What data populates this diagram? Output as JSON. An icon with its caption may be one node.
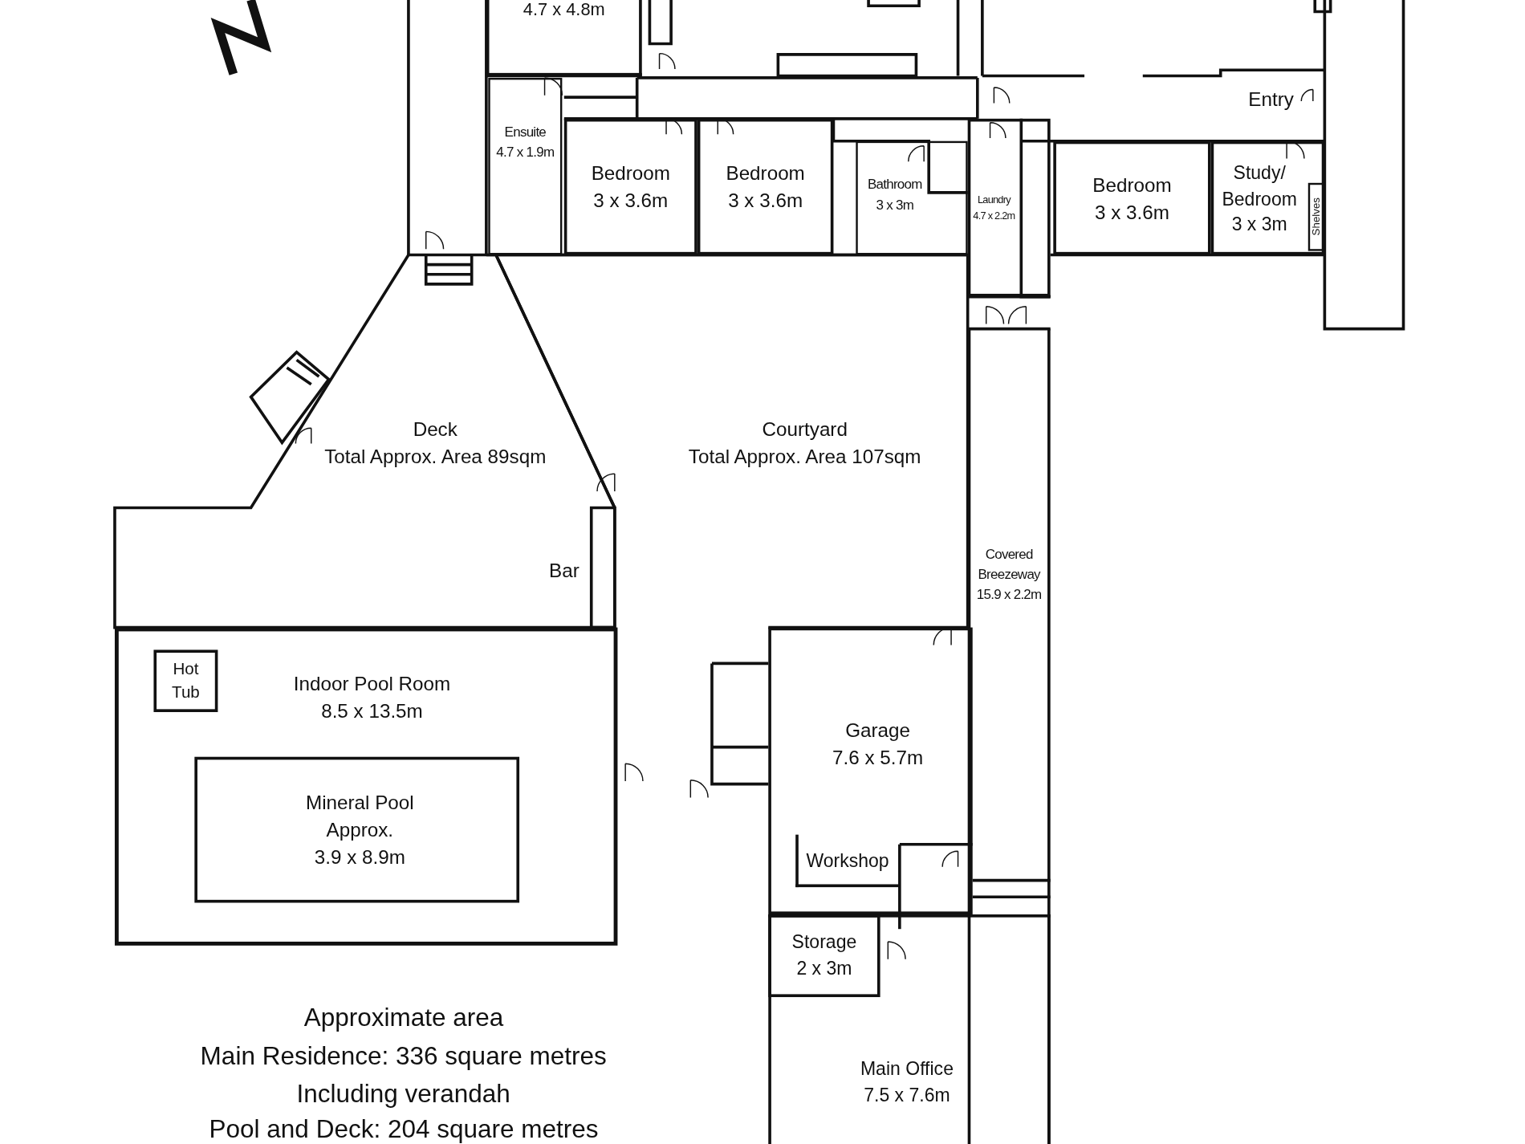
{
  "diagram": {
    "nodes": [
      {
        "text": [
          "4.7 x 4.8m"
        ]
      },
      {
        "text": [
          "Ensuite",
          "4.7 x 1.9m"
        ]
      },
      {
        "text": [
          "Bedroom",
          "3 x 3.6m"
        ]
      },
      {
        "text": [
          "Bedroom",
          "3 x 3.6m"
        ]
      },
      {
        "text": [
          "Bathroom",
          "3 x 3m"
        ]
      },
      {
        "text": [
          "Laundry",
          "4.7 x 2.2m"
        ]
      },
      {
        "text": [
          "Bedroom",
          "3 x 3.6m"
        ]
      },
      {
        "text": [
          "Study/ Bedroom",
          "3 x 3m"
        ]
      },
      {
        "text": [
          "Shelves"
        ],
        "in": 7
      },
      {
        "text": [
          "Deck",
          "Total Approx. Area 89sqm"
        ]
      },
      {
        "text": [
          "Courtyard",
          "Total Approx. Area 107sqm"
        ]
      },
      {
        "text": [
          "Covered Breezeway",
          "15.9 x 2.2m"
        ]
      },
      {
        "text": [
          "Indoor Pool Room",
          "8.5 x 13.5m"
        ]
      },
      {
        "text": [
          "Hot Tub"
        ],
        "in": 12
      },
      {
        "text": [
          "Mineral Pool Approx.",
          "3.9 x 8.9m"
        ],
        "in": 12
      },
      {
        "text": [
          "Garage",
          "7.6 x 5.7m"
        ]
      },
      {
        "text": [
          "Workshop"
        ],
        "in": 15
      },
      {
        "text": [
          "Main Office",
          "7.5 x 7.6m"
        ]
      },
      {
        "text": [
          "Storage",
          "2 x 3m"
        ],
        "in": 17
      }
    ],
    "labels": [
      "Entry",
      "Bar",
      "Approximate area",
      "Main Residence: 336 square metres",
      "Including verandah",
      "Pool and Deck: 204 square metres"
    ]
  }
}
